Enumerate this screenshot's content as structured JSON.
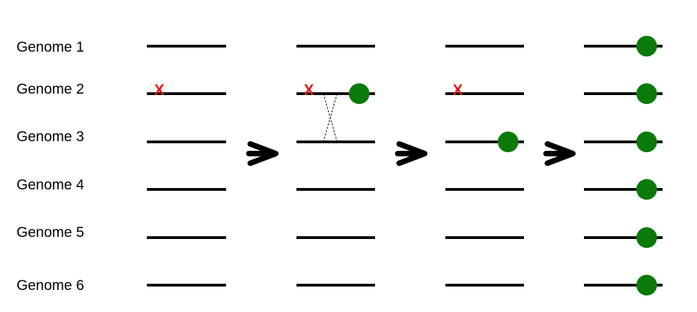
{
  "genome_labels": [
    "Genome 1",
    "Genome 2",
    "Genome 3",
    "Genome 4",
    "Genome 5",
    "Genome 6"
  ],
  "mutation_marker": "X",
  "colors": {
    "line": "#000000",
    "mutation": "#ee1111",
    "allele": "#0a7a0a",
    "arrow": "#000000",
    "crossover": "#000000"
  },
  "stages": [
    {
      "name": "stage-1",
      "mutation_x_on": [
        "Genome 2"
      ],
      "allele_on": [],
      "crossover": false
    },
    {
      "name": "stage-2",
      "mutation_x_on": [
        "Genome 2"
      ],
      "allele_on": [
        "Genome 2"
      ],
      "crossover": true,
      "crossover_between": [
        "Genome 2",
        "Genome 3"
      ]
    },
    {
      "name": "stage-3",
      "mutation_x_on": [
        "Genome 2"
      ],
      "allele_on": [
        "Genome 3"
      ],
      "crossover": false
    },
    {
      "name": "stage-4",
      "mutation_x_on": [],
      "allele_on": [
        "Genome 1",
        "Genome 2",
        "Genome 3",
        "Genome 4",
        "Genome 5",
        "Genome 6"
      ],
      "crossover": false
    }
  ],
  "arrows": {
    "count": 3,
    "icon": "chevron-right-arrow-icon"
  }
}
